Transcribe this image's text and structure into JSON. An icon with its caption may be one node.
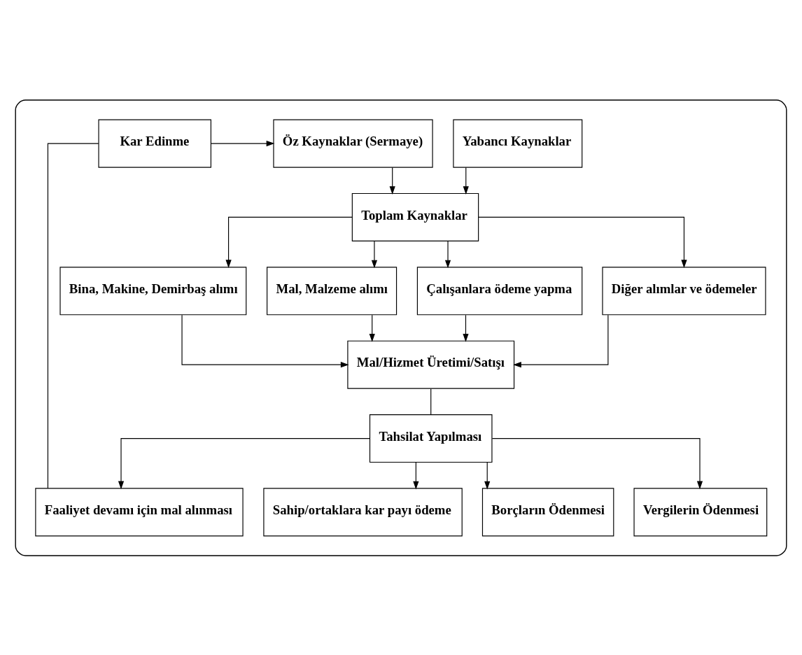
{
  "diagram": {
    "nodes": [
      {
        "text": [],
        "shape": "box"
      },
      {
        "text": [
          "Yabancı Kaynaklar"
        ],
        "in": 0
      },
      {
        "text": [
          "Öz Kaynaklar (Sermaye)"
        ],
        "in": 0
      },
      {
        "text": [
          "Toplam Kaynaklar"
        ],
        "in": 0
      },
      {
        "text": [
          "Kar Edinme"
        ],
        "in": 0
      },
      {
        "text": [
          "Bina, Makine, Demirbaş alımı"
        ],
        "in": 0
      },
      {
        "text": [
          "Mal, Malzeme alımı"
        ],
        "in": 0
      },
      {
        "text": [
          "Çalışanlara ödeme yapma"
        ],
        "in": 0
      },
      {
        "text": [
          "Diğer alımlar ve ödemeler"
        ],
        "in": 0
      },
      {
        "text": [
          "Mal/Hizmet Üretimi/Satışı"
        ],
        "in": 0
      },
      {
        "text": [
          "Tahsilat Yapılması"
        ],
        "in": 0
      },
      {
        "text": [
          "Sahip/ortaklara kar payı ödeme"
        ],
        "in": 0
      },
      {
        "text": [
          "Borçların Ödenmesi"
        ],
        "in": 0
      },
      {
        "text": [
          "Vergilerin Ödenmesi"
        ],
        "in": 0
      },
      {
        "text": [
          "Faaliyet devamı için mal alınması"
        ],
        "in": 0
      }
    ],
    "edges": [
      {
        "from": 1,
        "to": 3,
        "arrow": "to"
      },
      {
        "from": 2,
        "to": 3,
        "arrow": "to"
      },
      {
        "from": 3,
        "to": 5,
        "arrow": "to"
      },
      {
        "from": 3,
        "to": 6,
        "arrow": "to"
      },
      {
        "from": 3,
        "to": 7,
        "arrow": "to"
      },
      {
        "from": 3,
        "to": 8,
        "arrow": "to"
      },
      {
        "from": 5,
        "to": 9,
        "arrow": "to"
      },
      {
        "from": 6,
        "to": 9,
        "arrow": "to"
      },
      {
        "from": 7,
        "to": 9,
        "arrow": "to"
      },
      {
        "from": 8,
        "to": 9,
        "arrow": "to"
      },
      {
        "from": 9,
        "to": 10,
        "arrow": "none"
      },
      {
        "from": 10,
        "to": 11,
        "arrow": "to"
      },
      {
        "from": 10,
        "to": 12,
        "arrow": "to"
      },
      {
        "from": 10,
        "to": 13,
        "arrow": "to"
      },
      {
        "from": 10,
        "to": 14,
        "arrow": "to"
      },
      {
        "from": 14,
        "to": 4,
        "arrow": "none"
      },
      {
        "from": 4,
        "to": 2,
        "arrow": "to"
      }
    ]
  }
}
